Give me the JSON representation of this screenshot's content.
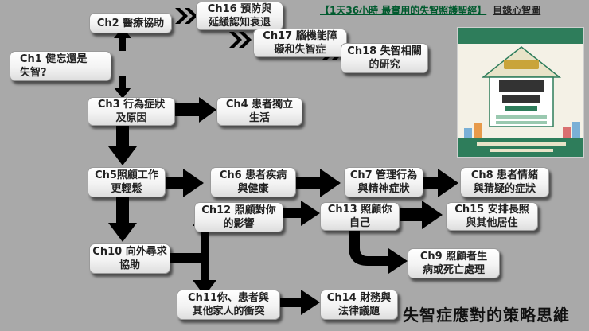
{
  "header": {
    "title": "【1天36小時 最實用的失智照護聖經】",
    "subtitle": "目錄心智圖"
  },
  "nodes": {
    "ch1": "Ch1 健忘還是\n失智?",
    "ch2": "Ch2 醫療協助",
    "ch16": "Ch16 預防與\n延緩認知衰退",
    "ch17": "Ch17 腦機能障\n礙和失智症",
    "ch18": "Ch18 失智相關\n的研究",
    "ch3": "Ch3 行為症狀\n及原因",
    "ch4": "Ch4 患者獨立\n生活",
    "ch5": "Ch5照顧工作\n更輕鬆",
    "ch6": "Ch6 患者疾病\n與健康",
    "ch7": "Ch7 管理行為\n與精神症狀",
    "ch8": "Ch8 患者情緒\n與猜疑的症狀",
    "ch12": "Ch12 照顧對你\n的影響",
    "ch13": "Ch13 照顧你\n自己",
    "ch15": "Ch15 安排長照\n與其他居住",
    "ch10": "Ch10 向外尋求\n協助",
    "ch9": "Ch9 照顧者生\n病或死亡處理",
    "ch11": "Ch11你、患者與\n其他家人的衝突",
    "ch14": "Ch14 財務與\n法律議題"
  },
  "footer": {
    "caption": "失智症應對的策略思維"
  },
  "colors": {
    "background": "#a9a9a9",
    "arrow": "#000000",
    "title_accent": "#005a2e"
  },
  "icons": {
    "book_cover": "book-cover-image"
  }
}
